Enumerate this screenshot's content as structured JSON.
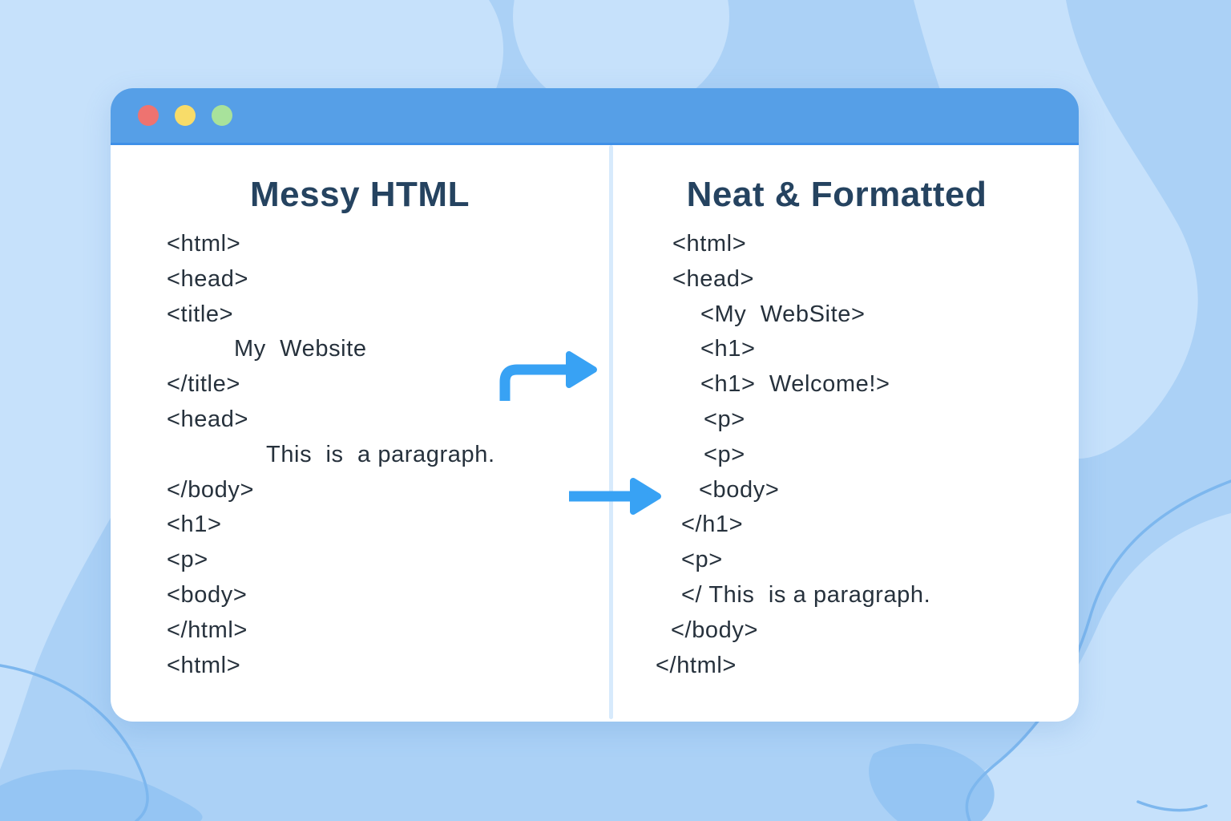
{
  "window": {
    "controls": [
      {
        "name": "close-button",
        "color": "#ee7370"
      },
      {
        "name": "minimize-button",
        "color": "#f8dc69"
      },
      {
        "name": "maximize-button",
        "color": "#a8e29b"
      }
    ],
    "left_panel": {
      "title": "Messy HTML",
      "code_lines": [
        {
          "text": "<html>",
          "indent": 0
        },
        {
          "text": "<head>",
          "indent": 0
        },
        {
          "text": "<title>",
          "indent": 0
        },
        {
          "text": "My  Website",
          "indent": 84
        },
        {
          "text": "</title>",
          "indent": 0
        },
        {
          "text": "<head>",
          "indent": 0
        },
        {
          "text": "This  is  a paragraph.",
          "indent": 124
        },
        {
          "text": "</body>",
          "indent": 0
        },
        {
          "text": "<h1>",
          "indent": 0
        },
        {
          "text": "<p>",
          "indent": 0
        },
        {
          "text": "<body>",
          "indent": 0
        },
        {
          "text": "</html>",
          "indent": 0
        },
        {
          "text": "<html>",
          "indent": 0
        }
      ]
    },
    "right_panel": {
      "title": "Neat & Formatted",
      "code_lines": [
        {
          "text": "<html>",
          "indent": 23
        },
        {
          "text": "<head>",
          "indent": 23
        },
        {
          "text": "<My  WebSite>",
          "indent": 58
        },
        {
          "text": "<h1>",
          "indent": 58
        },
        {
          "text": "<h1>  Welcome!>",
          "indent": 58
        },
        {
          "text": "<p>",
          "indent": 62
        },
        {
          "text": "<p>",
          "indent": 62
        },
        {
          "text": "<body>",
          "indent": 56
        },
        {
          "text": "</h1>",
          "indent": 34
        },
        {
          "text": "<p>",
          "indent": 34
        },
        {
          "text": "</ This  is a paragraph.",
          "indent": 34
        },
        {
          "text": "</body>",
          "indent": 21
        },
        {
          "text": "</html>",
          "indent": 2
        }
      ]
    },
    "arrows": [
      {
        "name": "curved-arrow",
        "direction": "right"
      },
      {
        "name": "straight-arrow",
        "direction": "right"
      }
    ]
  },
  "colors": {
    "base": "#abd1f6",
    "blob-light": "#c6e1fb",
    "blob-dark": "#95c5f3",
    "stroke-line": "#7db7ee",
    "titlebar": "#569fe7",
    "titlebar-edge": "#3e90e8",
    "window-bg": "#ffffff",
    "dot-red": "#ee7370",
    "dot-yellow": "#f8dc69",
    "dot-green": "#a8e29b",
    "divider": "#d7eafc",
    "heading": "#254360",
    "code": "#26313c",
    "arrow": "#38a2f4"
  }
}
